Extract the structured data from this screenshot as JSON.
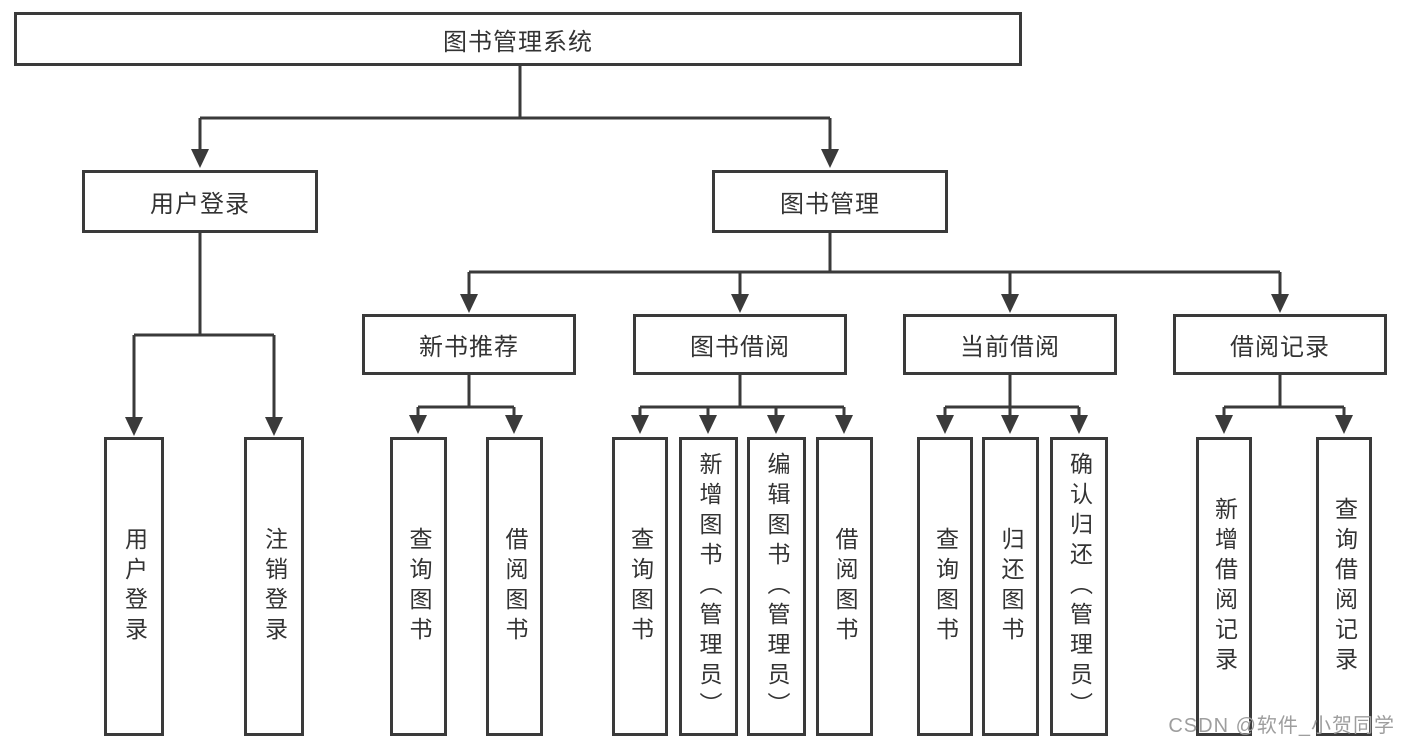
{
  "diagram": {
    "root": {
      "label": "图书管理系统"
    },
    "branches": {
      "user_login": {
        "label": "用户登录",
        "children": {
          "login": "用户登录",
          "logout": "注销登录"
        }
      },
      "book_management": {
        "label": "图书管理"
      }
    },
    "modules": {
      "new_book": {
        "label": "新书推荐",
        "children": {
          "query": "查询图书",
          "borrow": "借阅图书"
        }
      },
      "book_borrow": {
        "label": "图书借阅",
        "children": {
          "query": "查询图书",
          "add": "新增图书（管理员）",
          "edit": "编辑图书（管理员）",
          "borrow": "借阅图书"
        }
      },
      "current_borrow": {
        "label": "当前借阅",
        "children": {
          "query": "查询图书",
          "return": "归还图书",
          "confirm": "确认归还（管理员）"
        }
      },
      "records": {
        "label": "借阅记录",
        "children": {
          "add": "新增借阅记录",
          "query": "查询借阅记录"
        }
      }
    }
  },
  "watermark": {
    "text": "CSDN @软件_小贺同学"
  },
  "colors": {
    "line": "#3a3a3a",
    "text": "#333333",
    "watermark": "#9e9e9e",
    "background": "#ffffff"
  }
}
